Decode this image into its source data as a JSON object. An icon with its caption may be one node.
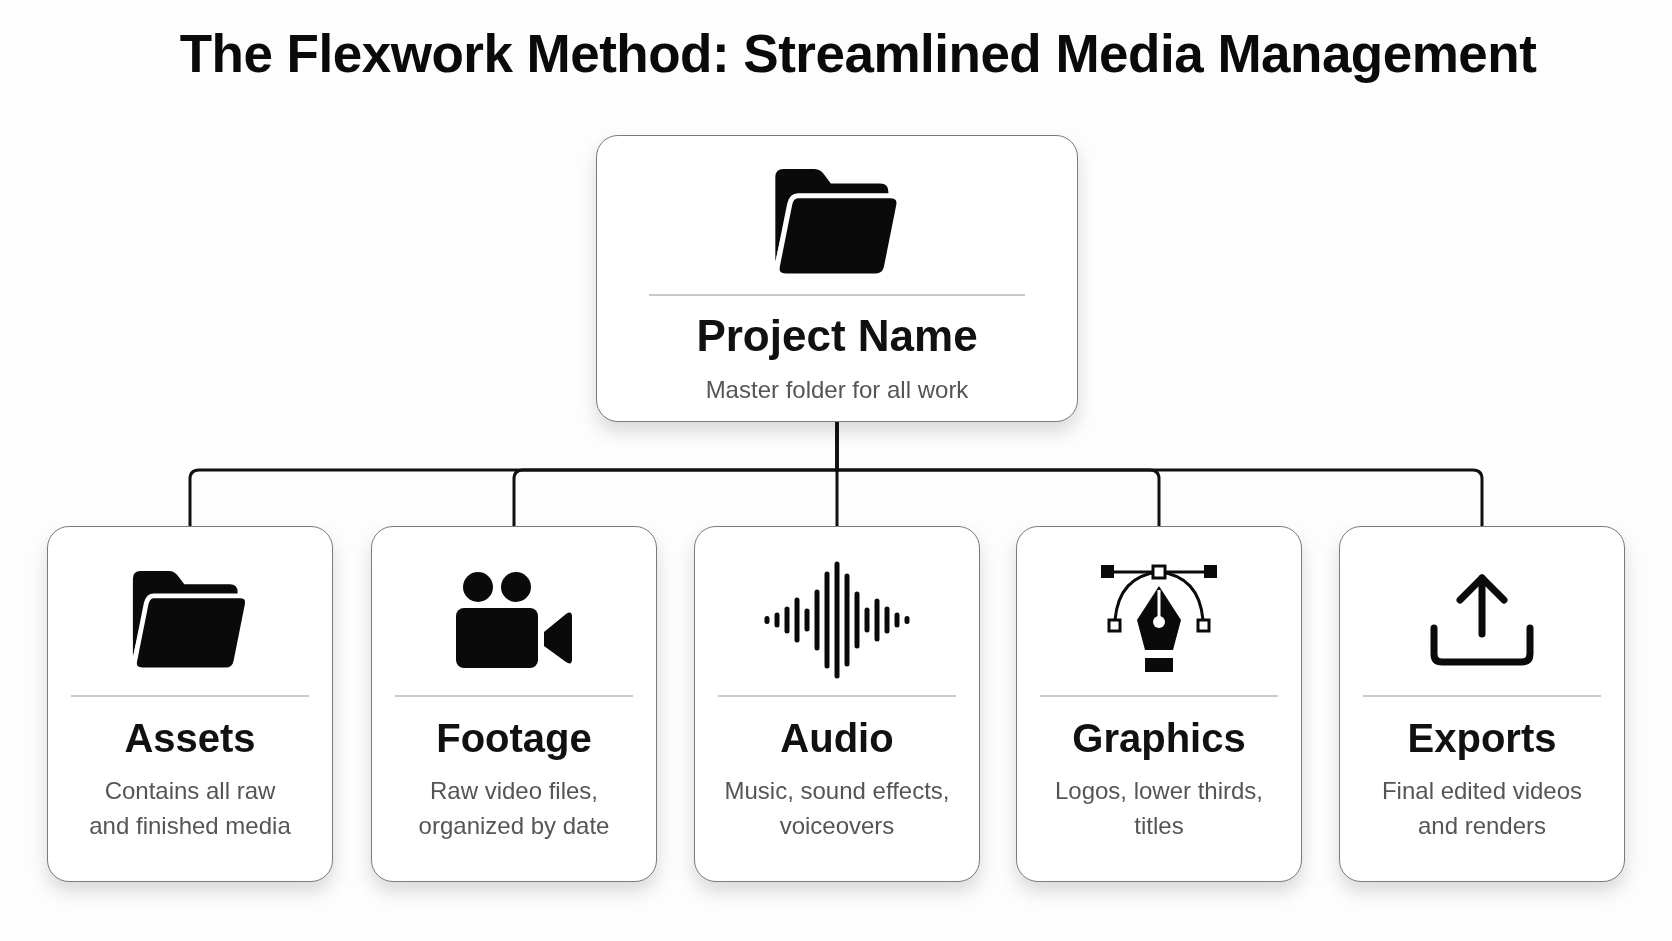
{
  "diagram": {
    "title": "The Flexwork Method: Streamlined Media Management",
    "nodes": [
      {
        "text": [
          "Project Name",
          "Master folder for all work"
        ]
      },
      {
        "text": [
          "Assets",
          "Contains all raw and finished media"
        ]
      },
      {
        "text": [
          "Footage",
          "Raw video files, organized by date"
        ]
      },
      {
        "text": [
          "Audio",
          "Music, sound effects, voiceovers"
        ]
      },
      {
        "text": [
          "Graphics",
          "Logos, lower thirds, titles"
        ]
      },
      {
        "text": [
          "Exports",
          "Final edited videos and renders"
        ]
      }
    ],
    "edges": [
      {
        "from": 0,
        "to": 1,
        "arrow": "none"
      },
      {
        "from": 0,
        "to": 2,
        "arrow": "none"
      },
      {
        "from": 0,
        "to": 3,
        "arrow": "none"
      },
      {
        "from": 0,
        "to": 4,
        "arrow": "none"
      },
      {
        "from": 0,
        "to": 5,
        "arrow": "none"
      }
    ]
  }
}
